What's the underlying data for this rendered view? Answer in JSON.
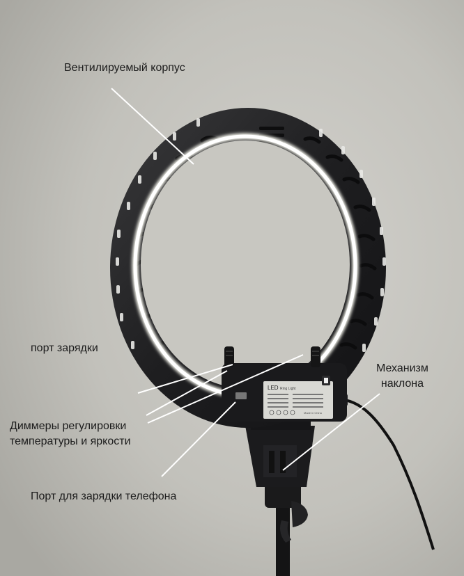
{
  "labels": {
    "ventilated_body": "Вентилируемый корпус",
    "charging_port": "порт зарядки",
    "dimmers_line1": "Диммеры регулировки",
    "dimmers_line2": "температуры и яркости",
    "phone_charging_port": "Порт для зарядки телефона",
    "tilt_line1": "Механизм",
    "tilt_line2": "наклона"
  },
  "device": {
    "brand_mark": "LED",
    "product_line": "Ring Light",
    "made_in": "Made in China"
  }
}
